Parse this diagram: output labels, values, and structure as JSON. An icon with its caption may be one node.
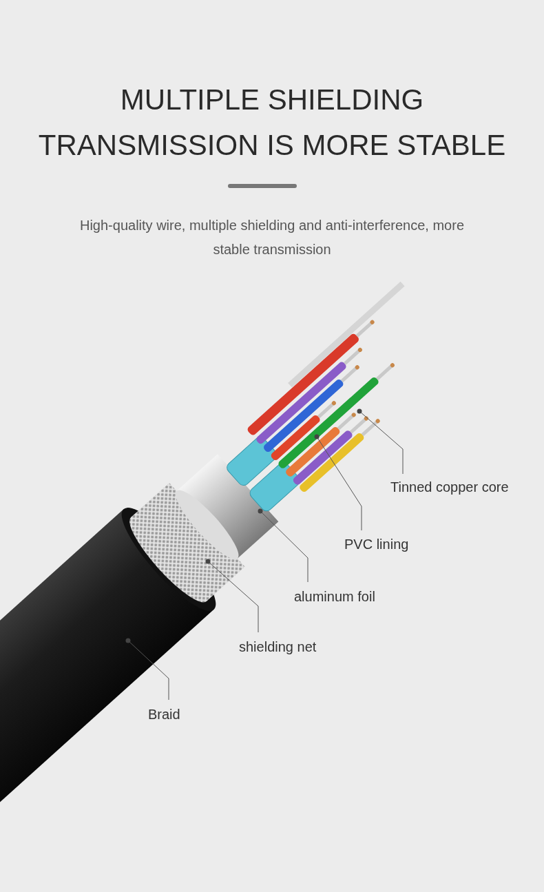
{
  "diagram": {
    "title": "MULTIPLE SHIELDING TRANSMISSION IS MORE STABLE",
    "nodes": [
      {
        "text": [
          "Tinned copper core"
        ]
      },
      {
        "text": [
          "PVC lining"
        ]
      },
      {
        "text": [
          "aluminum foil"
        ]
      },
      {
        "text": [
          "shielding net"
        ]
      },
      {
        "text": [
          "Braid"
        ]
      }
    ],
    "edges": [
      {
        "from": 0,
        "to": null,
        "arrow": "other"
      },
      {
        "from": 1,
        "to": null,
        "arrow": "other"
      },
      {
        "from": 2,
        "to": null,
        "arrow": "other"
      },
      {
        "from": 3,
        "to": null,
        "arrow": "other"
      },
      {
        "from": 4,
        "to": null,
        "arrow": "other"
      }
    ],
    "labels": [
      "High-quality wire, multiple shielding and anti-interference, more stable transmission"
    ]
  }
}
